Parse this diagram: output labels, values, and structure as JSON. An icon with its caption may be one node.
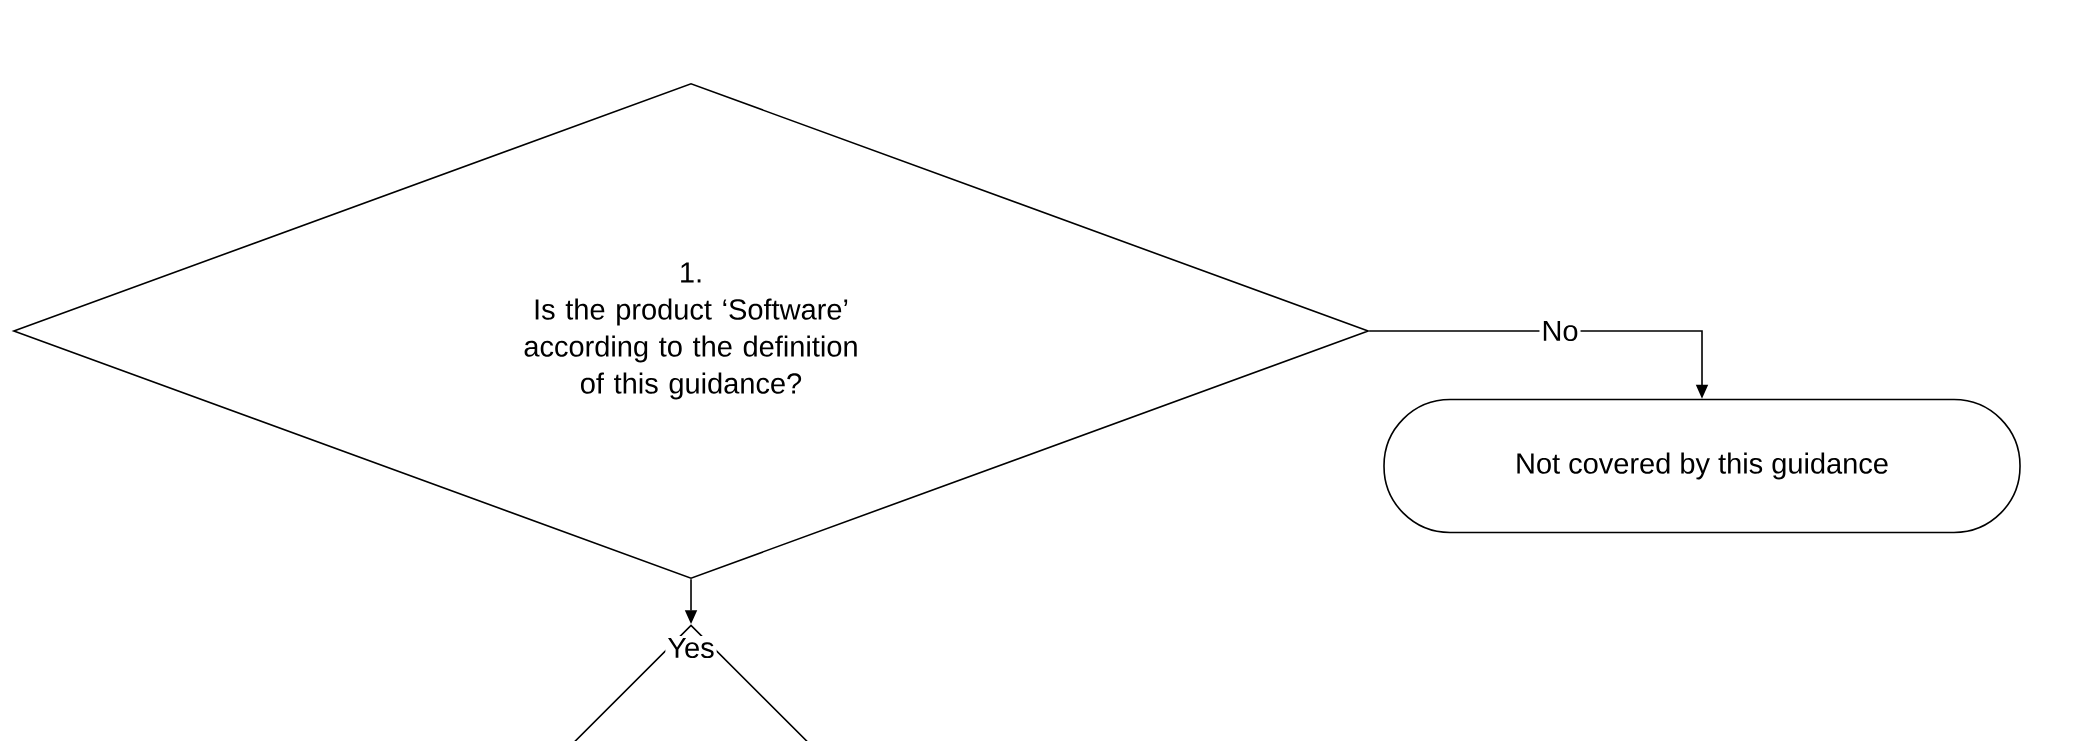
{
  "diagram": {
    "nodes": [
      {
        "text": [
          "1.",
          "Is the product ‘Software’ according to the definition of this guidance?"
        ]
      },
      {
        "text": [
          "Not covered by this guidance"
        ]
      },
      {
        "text": [],
        "shape": "diamond"
      }
    ],
    "edges": [
      {
        "from": 0,
        "to": 1,
        "arrow": "to",
        "label": "No"
      },
      {
        "from": 0,
        "to": 2,
        "arrow": "to",
        "label": "Yes"
      }
    ]
  }
}
